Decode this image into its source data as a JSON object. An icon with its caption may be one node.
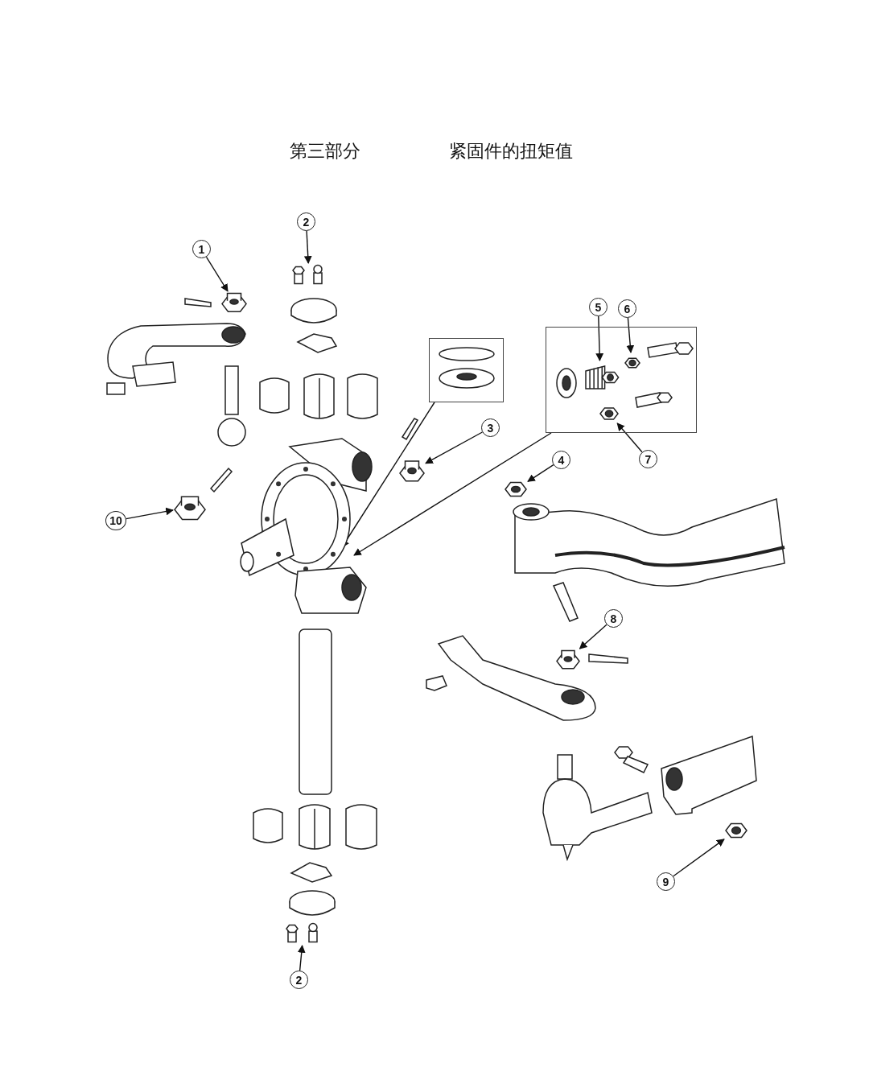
{
  "diagram": {
    "nodes": [
      {
        "text": [
          "1"
        ]
      },
      {
        "text": [
          "2"
        ]
      },
      {
        "text": [
          "3"
        ]
      },
      {
        "text": [
          "4"
        ]
      },
      {
        "text": [
          "5"
        ]
      },
      {
        "text": [
          "6"
        ]
      },
      {
        "text": [
          "7"
        ]
      },
      {
        "text": [
          "8"
        ]
      },
      {
        "text": [
          "9"
        ]
      },
      {
        "text": [
          "10"
        ]
      },
      {
        "text": [
          "2"
        ]
      },
      {
        "text": [],
        "shape": "picture"
      },
      {
        "text": [],
        "shape": "picture"
      },
      {
        "text": [],
        "shape": "box"
      },
      {
        "text": [],
        "shape": "picture"
      },
      {
        "text": [],
        "shape": "box"
      },
      {
        "text": [],
        "shape": "picture",
        "in": 15
      },
      {
        "text": [],
        "shape": "picture",
        "in": 15
      },
      {
        "text": [],
        "shape": "picture",
        "in": 15
      },
      {
        "text": [],
        "shape": "picture"
      },
      {
        "text": [],
        "shape": "picture"
      },
      {
        "text": [],
        "shape": "picture"
      },
      {
        "text": [],
        "shape": "picture"
      },
      {
        "text": [],
        "shape": "picture"
      },
      {
        "text": [],
        "shape": "picture"
      }
    ],
    "edges": [
      {
        "from": 0,
        "to": 11,
        "arrow": "to"
      },
      {
        "from": 1,
        "to": 12,
        "arrow": "to"
      },
      {
        "from": 2,
        "to": 14,
        "arrow": "to"
      },
      {
        "from": 3,
        "to": 19,
        "arrow": "to"
      },
      {
        "from": 4,
        "to": 16,
        "arrow": "to"
      },
      {
        "from": 5,
        "to": 17,
        "arrow": "to"
      },
      {
        "from": 6,
        "to": 18,
        "arrow": "to"
      },
      {
        "from": 7,
        "to": 22,
        "arrow": "to"
      },
      {
        "from": 8,
        "to": 23,
        "arrow": "to"
      },
      {
        "from": 9,
        "to": 21,
        "arrow": "to"
      },
      {
        "from": 10,
        "to": 24,
        "arrow": "to"
      },
      {
        "from": 13,
        "to": 20,
        "arrow": "to"
      },
      {
        "from": 15,
        "to": 20,
        "arrow": "to"
      }
    ],
    "labels": [
      "第三部分",
      "紧固件的扭矩值"
    ]
  }
}
